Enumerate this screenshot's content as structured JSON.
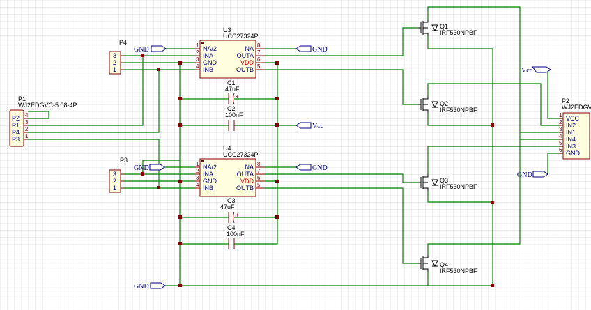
{
  "components": {
    "u3": {
      "ref": "U3",
      "value": "UCC27324P",
      "pins_left": [
        {
          "num": "1",
          "name": "NA/2"
        },
        {
          "num": "2",
          "name": "INA"
        },
        {
          "num": "3",
          "name": "GND"
        },
        {
          "num": "4",
          "name": "INB"
        }
      ],
      "pins_right": [
        {
          "num": "8",
          "name": "NA"
        },
        {
          "num": "7",
          "name": "OUTA"
        },
        {
          "num": "6",
          "name": "VDD"
        },
        {
          "num": "5",
          "name": "OUTB"
        }
      ]
    },
    "u4": {
      "ref": "U4",
      "value": "UCC27324P",
      "pins_left": [
        {
          "num": "1",
          "name": "NA/2"
        },
        {
          "num": "2",
          "name": "INA"
        },
        {
          "num": "3",
          "name": "GND"
        },
        {
          "num": "4",
          "name": "INB"
        }
      ],
      "pins_right": [
        {
          "num": "8",
          "name": "NA"
        },
        {
          "num": "7",
          "name": "OUTA"
        },
        {
          "num": "6",
          "name": "VDD"
        },
        {
          "num": "5",
          "name": "OUTB"
        }
      ]
    },
    "c1": {
      "ref": "C1",
      "value": "47uF"
    },
    "c2": {
      "ref": "C2",
      "value": "100nF"
    },
    "c3": {
      "ref": "C3",
      "value": "47uF"
    },
    "c4": {
      "ref": "C4",
      "value": "100nF"
    },
    "q1": {
      "ref": "Q1",
      "value": "IRF530NPBF"
    },
    "q2": {
      "ref": "Q2",
      "value": "IRF530NPBF"
    },
    "q3": {
      "ref": "Q3",
      "value": "IRF530NPBF"
    },
    "q4": {
      "ref": "Q4",
      "value": "IRF530NPBF"
    },
    "p1": {
      "ref": "P1",
      "value": "WJ2EDGVC-5.08-4P",
      "pins": [
        {
          "num": "4",
          "name": "P2"
        },
        {
          "num": "3",
          "name": "P1"
        },
        {
          "num": "2",
          "name": "P4"
        },
        {
          "num": "1",
          "name": "P3"
        }
      ]
    },
    "p2": {
      "ref": "P2",
      "value": "WJ2EDGV",
      "pins": [
        {
          "num": "1",
          "name": "VCC"
        },
        {
          "num": "2",
          "name": "IN2"
        },
        {
          "num": "3",
          "name": "IN1"
        },
        {
          "num": "4",
          "name": "IN4"
        },
        {
          "num": "5",
          "name": "IN3"
        },
        {
          "num": "6",
          "name": "GND"
        }
      ]
    },
    "p3": {
      "ref": "P3",
      "pins": [
        "3",
        "2",
        "1"
      ]
    },
    "p4": {
      "ref": "P4",
      "pins": [
        "3",
        "2",
        "1"
      ]
    }
  },
  "net_labels": {
    "gnd": "GND",
    "vcc": "Vcc"
  },
  "colors": {
    "wire": "#008000",
    "component": "#840000",
    "body_fill": "#ffffe0",
    "label": "#000080",
    "power_pin": "#cc0000"
  }
}
